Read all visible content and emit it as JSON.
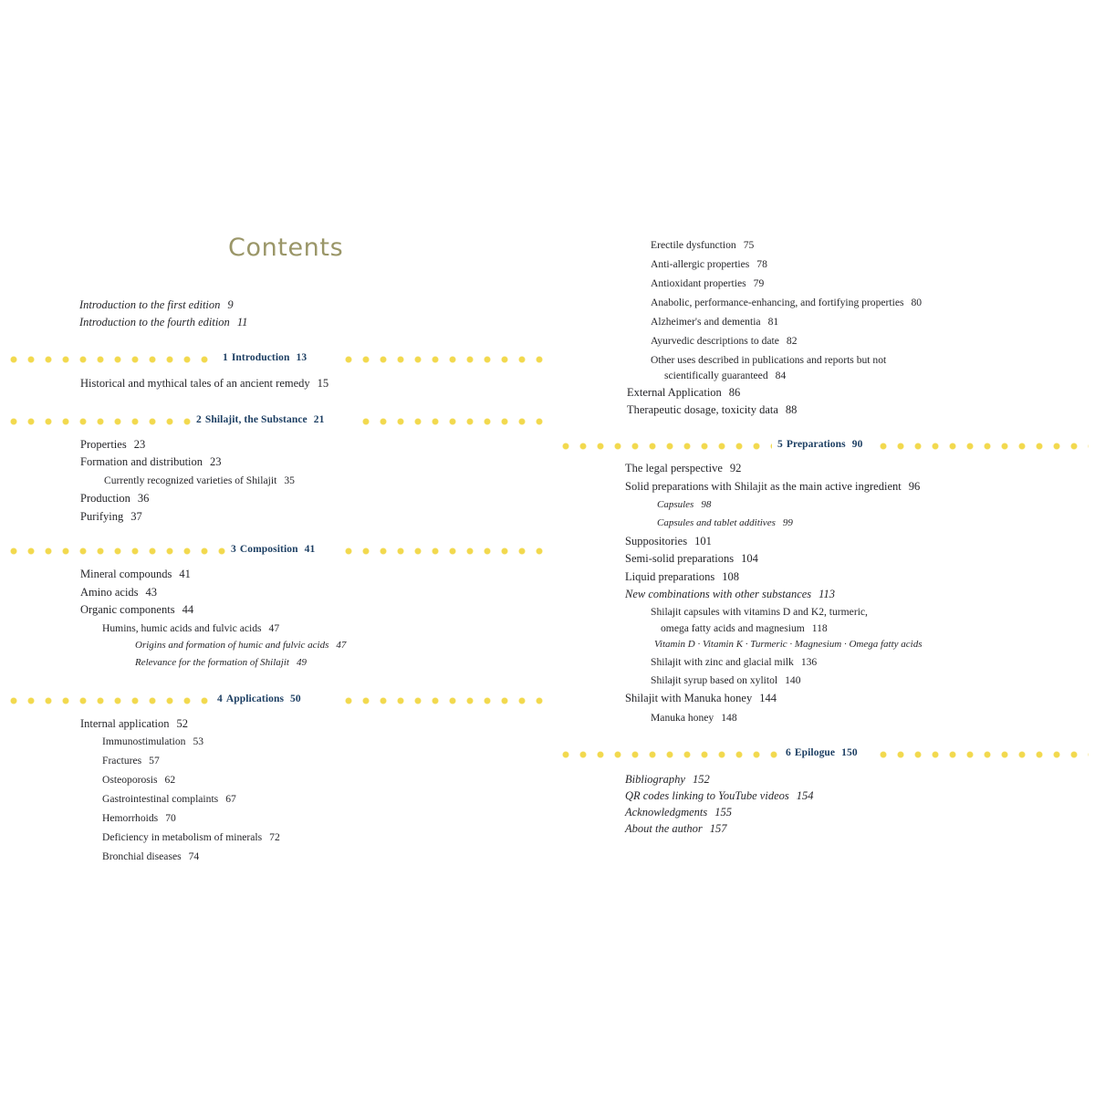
{
  "page": {
    "title": "Contents",
    "background_color": "#ffffff",
    "title_color": "#9a9668",
    "dot_color": "#f2d94e",
    "chapter_label_color": "#1d3f63",
    "text_color": "#26262a"
  },
  "front_matter": [
    {
      "label": "Introduction to the first edition",
      "page": "9"
    },
    {
      "label": "Introduction to the fourth edition",
      "page": "11"
    }
  ],
  "chapters": [
    {
      "number": "1",
      "title": "Introduction",
      "page": "13"
    },
    {
      "number": "2",
      "title": "Shilajit, the Substance",
      "page": "21"
    },
    {
      "number": "3",
      "title": "Composition",
      "page": "41"
    },
    {
      "number": "4",
      "title": "Applications",
      "page": "50"
    },
    {
      "number": "5",
      "title": "Preparations",
      "page": "90"
    },
    {
      "number": "6",
      "title": "Epilogue",
      "page": "150"
    }
  ],
  "ch1_entries": [
    {
      "label": "Historical and mythical tales of an ancient remedy",
      "page": "15"
    }
  ],
  "ch2_entries": [
    {
      "label": "Properties",
      "page": "23"
    },
    {
      "label": "Formation and distribution",
      "page": "23"
    },
    {
      "label": "Currently recognized varieties of Shilajit",
      "page": "35"
    },
    {
      "label": "Production",
      "page": "36"
    },
    {
      "label": "Purifying",
      "page": "37"
    }
  ],
  "ch3_entries": [
    {
      "label": "Mineral compounds",
      "page": "41"
    },
    {
      "label": "Amino acids",
      "page": "43"
    },
    {
      "label": "Organic components",
      "page": "44"
    },
    {
      "label": "Humins, humic acids and fulvic acids",
      "page": "47"
    },
    {
      "label": "Origins and formation of humic and fulvic acids",
      "page": "47"
    },
    {
      "label": "Relevance for the formation of Shilajit",
      "page": "49"
    }
  ],
  "ch4_entries": [
    {
      "label": "Internal application",
      "page": "52"
    },
    {
      "label": "Immunostimulation",
      "page": "53"
    },
    {
      "label": "Fractures",
      "page": "57"
    },
    {
      "label": "Osteoporosis",
      "page": "62"
    },
    {
      "label": "Gastrointestinal complaints",
      "page": "67"
    },
    {
      "label": "Hemorrhoids",
      "page": "70"
    },
    {
      "label": "Deficiency in metabolism of minerals",
      "page": "72"
    },
    {
      "label": "Bronchial diseases",
      "page": "74"
    },
    {
      "label": "Erectile dysfunction",
      "page": "75"
    },
    {
      "label": "Anti-allergic properties",
      "page": "78"
    },
    {
      "label": "Antioxidant properties",
      "page": "79"
    },
    {
      "label": "Anabolic, performance-enhancing, and fortifying properties",
      "page": "80"
    },
    {
      "label": "Alzheimer's and dementia",
      "page": "81"
    },
    {
      "label": "Ayurvedic descriptions to date",
      "page": "82"
    },
    {
      "label": "Other uses described in publications and reports but not",
      "page": ""
    },
    {
      "label": "scientifically guaranteed",
      "page": "84"
    },
    {
      "label": "External Application",
      "page": "86"
    },
    {
      "label": "Therapeutic dosage, toxicity data",
      "page": "88"
    }
  ],
  "ch5_entries": [
    {
      "label": "The legal perspective",
      "page": "92"
    },
    {
      "label": "Solid preparations with Shilajit as the main active ingredient",
      "page": "96"
    },
    {
      "label": "Capsules",
      "page": "98"
    },
    {
      "label": "Capsules and tablet additives",
      "page": "99"
    },
    {
      "label": "Suppositories",
      "page": "101"
    },
    {
      "label": "Semi-solid preparations",
      "page": "104"
    },
    {
      "label": "Liquid preparations",
      "page": "108"
    },
    {
      "label": "New combinations with other substances",
      "page": "113"
    },
    {
      "label": "Shilajit capsules with vitamins D and K2, turmeric,",
      "page": ""
    },
    {
      "label": "omega fatty acids and magnesium",
      "page": "118"
    },
    {
      "label": "Vitamin D · Vitamin K · Turmeric · Magnesium · Omega fatty acids",
      "page": ""
    },
    {
      "label": "Shilajit with zinc and glacial milk",
      "page": "136"
    },
    {
      "label": "Shilajit syrup based on xylitol",
      "page": "140"
    },
    {
      "label": "Shilajit with Manuka honey",
      "page": "144"
    },
    {
      "label": "Manuka honey",
      "page": "148"
    }
  ],
  "ch6_entries": [
    {
      "label": "Bibliography",
      "page": "152"
    },
    {
      "label": "QR codes linking to YouTube videos",
      "page": "154"
    },
    {
      "label": "Acknowledgments",
      "page": "155"
    },
    {
      "label": "About the author",
      "page": "157"
    }
  ]
}
